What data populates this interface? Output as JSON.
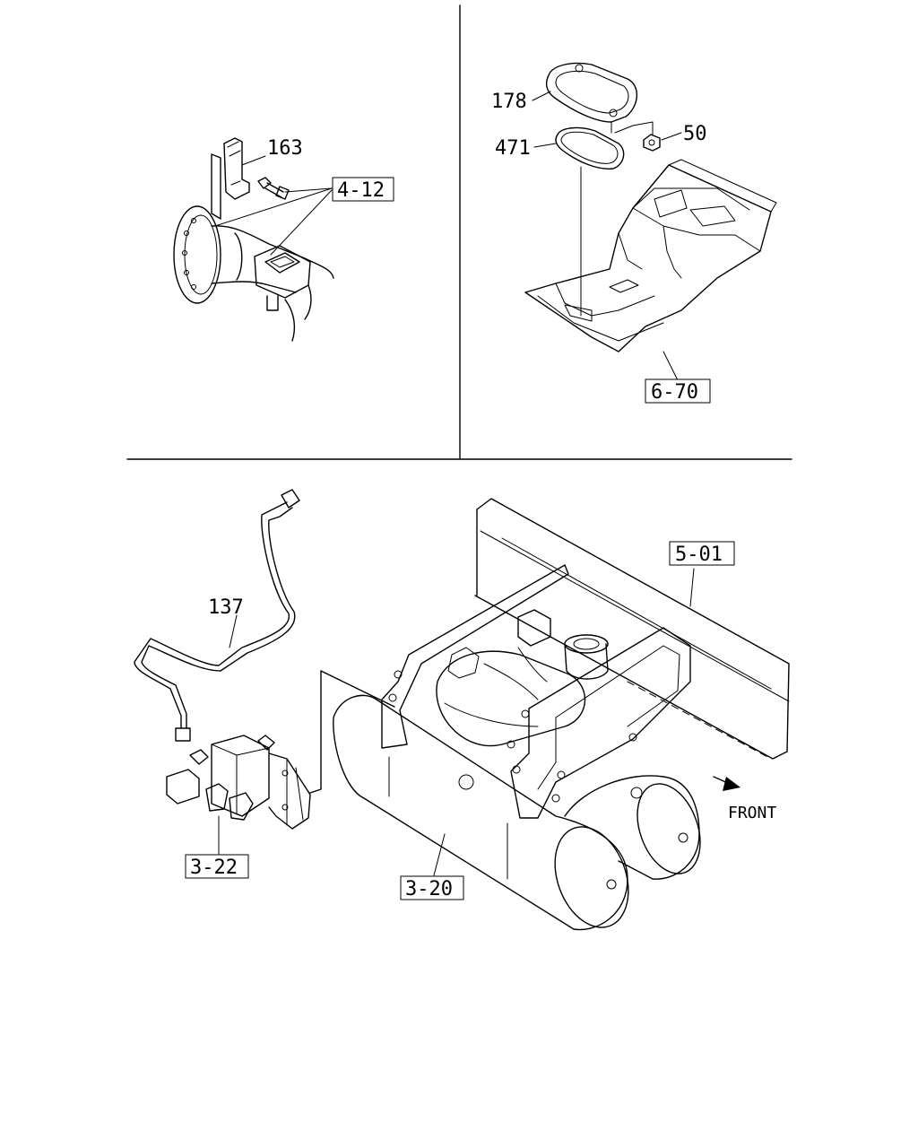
{
  "parts": {
    "p163": "163",
    "p178": "178",
    "p471": "471",
    "p50": "50",
    "p137": "137"
  },
  "refs": {
    "r412": "4-12",
    "r670": "6-70",
    "r501": "5-01",
    "r322": "3-22",
    "r320": "3-20"
  },
  "front_label": "FRONT"
}
